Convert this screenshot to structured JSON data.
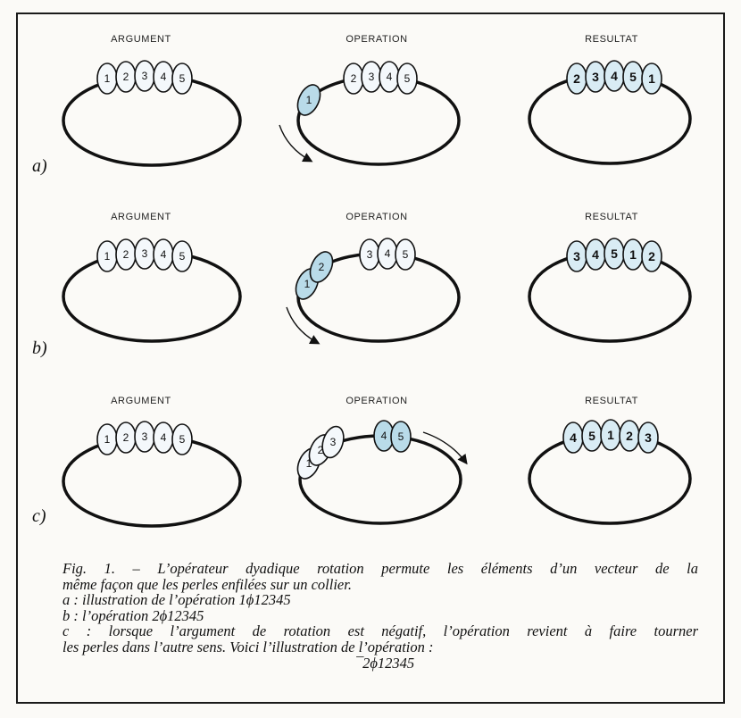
{
  "columns": [
    "ARGUMENT",
    "OPERATION",
    "RESULTAT"
  ],
  "rows": [
    {
      "label": "a)",
      "argument": [
        "1",
        "2",
        "3",
        "4",
        "5"
      ],
      "operation_moved": [
        "1"
      ],
      "operation_rest": [
        "2",
        "3",
        "4",
        "5"
      ],
      "result": [
        "2",
        "3",
        "4",
        "5",
        "1"
      ]
    },
    {
      "label": "b)",
      "argument": [
        "1",
        "2",
        "3",
        "4",
        "5"
      ],
      "operation_moved": [
        "1",
        "2"
      ],
      "operation_rest": [
        "3",
        "4",
        "5"
      ],
      "result": [
        "3",
        "4",
        "5",
        "1",
        "2"
      ]
    },
    {
      "label": "c)",
      "argument": [
        "1",
        "2",
        "3",
        "4",
        "5"
      ],
      "operation_rest": [
        "1",
        "2",
        "3"
      ],
      "operation_moved": [
        "4",
        "5"
      ],
      "result": [
        "4",
        "5",
        "1",
        "2",
        "3"
      ]
    }
  ],
  "caption": {
    "line1": "Fig. 1. – L’opérateur dyadique rotation permute les éléments d’un vecteur de la",
    "line2": "même façon que les perles enfilées sur un collier.",
    "line3": "a : illustration de l’opération 1ϕ12345",
    "line4": "b : l’opération 2ϕ12345",
    "line5": "c : lorsque l’argument de rotation est négatif, l’opération revient à faire tourner",
    "line6": "les perles dans l’autre sens. Voici l’illustration de l’opération :",
    "line7": "¯2ϕ12345"
  },
  "colors": {
    "ink": "#111111",
    "bead_plain": "#f4f8fb",
    "bead_moved": "#b9dbe9",
    "result_bead": "#d9ecf4"
  }
}
